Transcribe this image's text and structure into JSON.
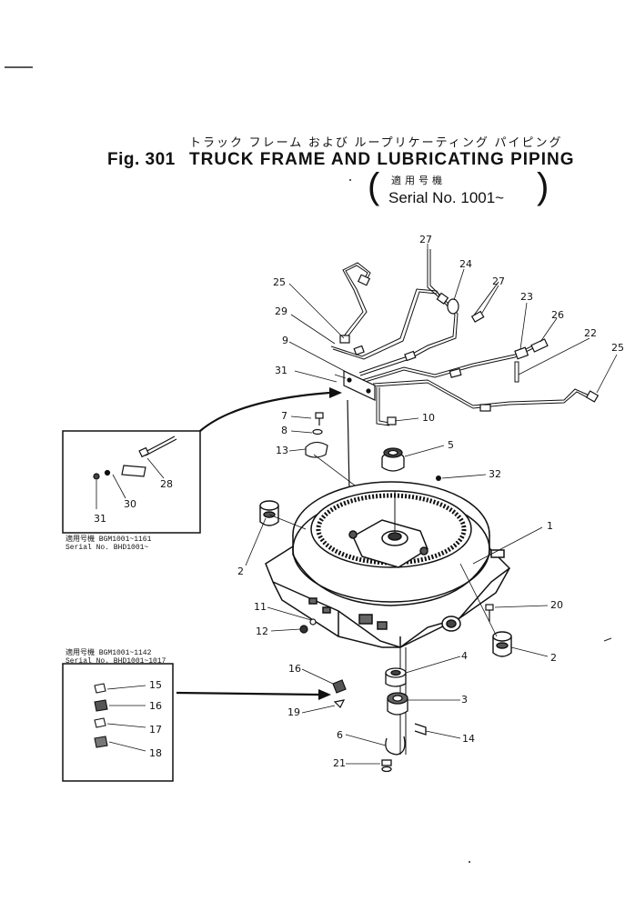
{
  "header": {
    "title_jp": "トラック フレーム および ループリケーティング パイピング",
    "fig_label": "Fig. 301",
    "title_en": "TRUCK FRAME AND LUBRICATING PIPING",
    "serial_jp": "適用号機",
    "serial_en": "Serial No. 1001~"
  },
  "inset_top": {
    "notes": [
      "適用号機 BGM1001~1161",
      "Serial No. BHD1001~"
    ],
    "callouts": [
      "28",
      "30",
      "31"
    ]
  },
  "inset_bottom": {
    "notes": [
      "適用号機 BGM1001~1142",
      "Serial No. BHD1001~1017"
    ],
    "callouts": [
      "15",
      "16",
      "17",
      "18"
    ]
  },
  "callouts": {
    "c27a": "27",
    "c24": "24",
    "c25a": "25",
    "c27b": "27",
    "c23": "23",
    "c26": "26",
    "c29": "29",
    "c22": "22",
    "c9": "9",
    "c25b": "25",
    "c31": "31",
    "c7": "7",
    "c10": "10",
    "c8": "8",
    "c5": "5",
    "c13": "13",
    "c32": "32",
    "c1": "1",
    "c2a": "2",
    "c20": "20",
    "c11": "11",
    "c12": "12",
    "c2b": "2",
    "c4": "4",
    "c16": "16",
    "c3": "3",
    "c19": "19",
    "c6": "6",
    "c14": "14",
    "c21": "21"
  }
}
